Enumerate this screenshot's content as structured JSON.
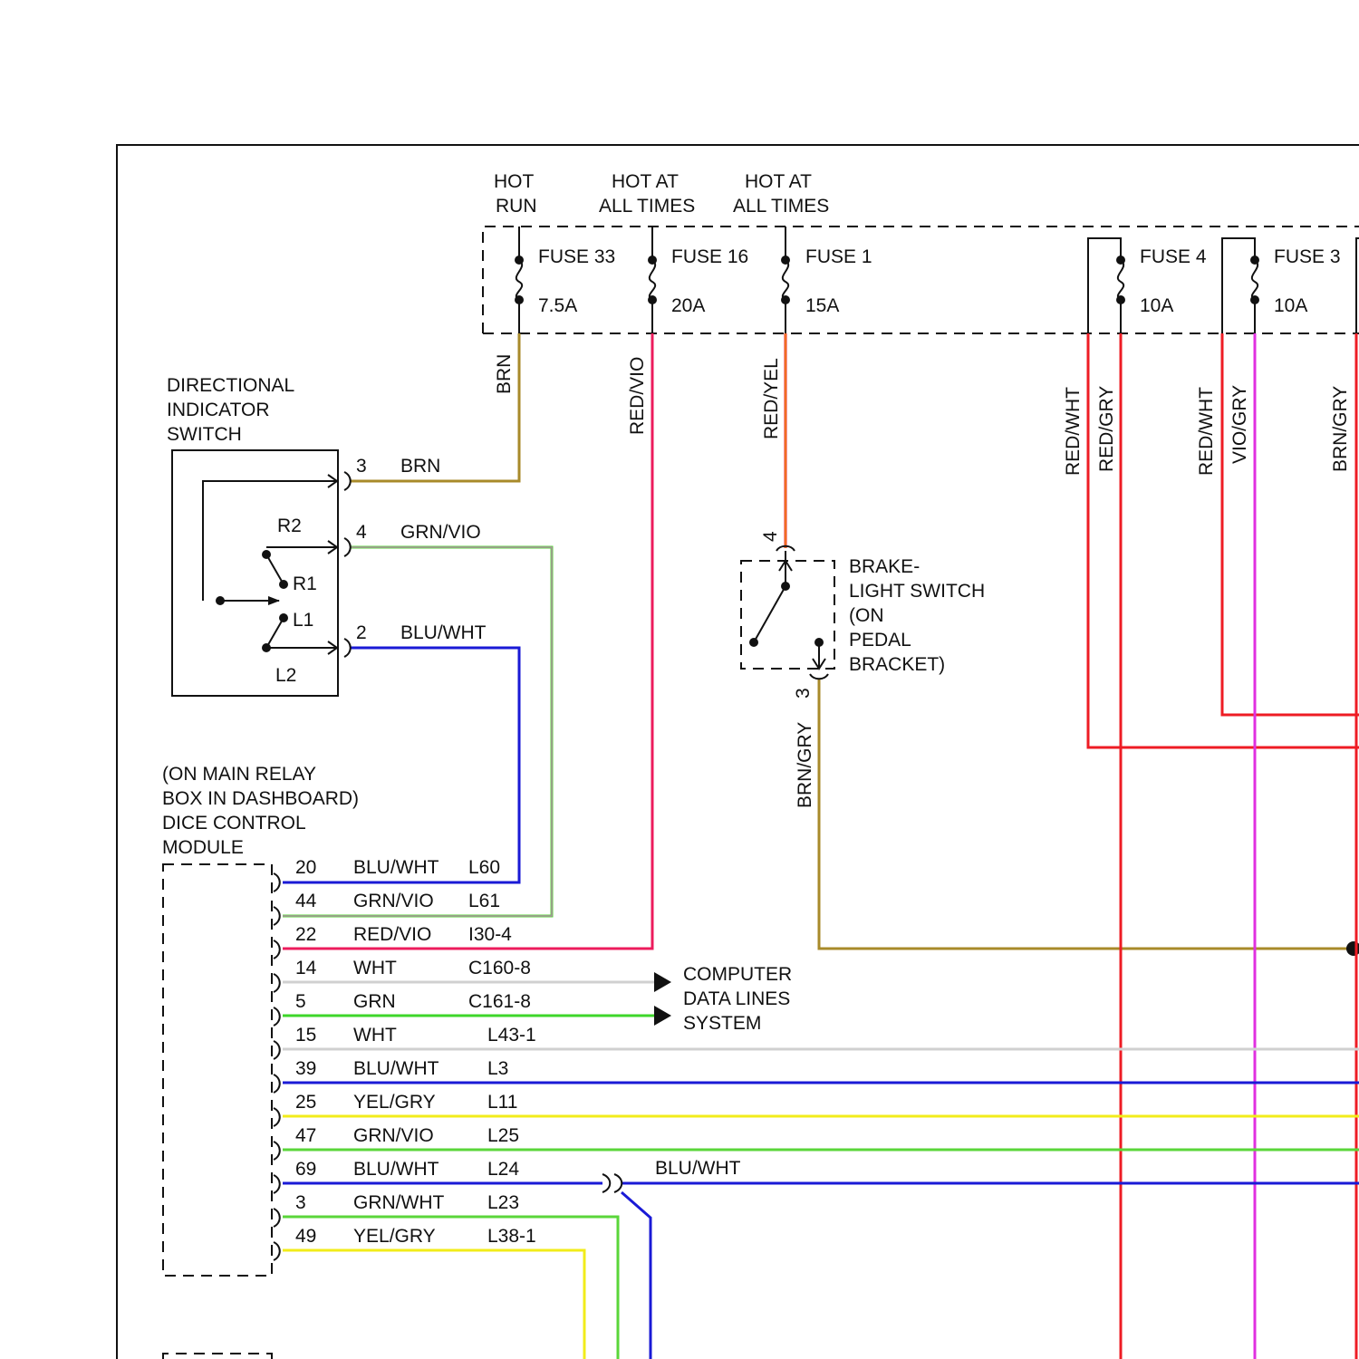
{
  "fuse_panel": {
    "columns": [
      {
        "line1": "HOT",
        "line2": "RUN"
      },
      {
        "line1": "HOT AT",
        "line2": "ALL TIMES"
      },
      {
        "line1": "HOT AT",
        "line2": "ALL TIMES"
      }
    ],
    "fuses": [
      {
        "name": "FUSE 33",
        "rating": "7.5A",
        "wire": "BRN"
      },
      {
        "name": "FUSE 16",
        "rating": "20A",
        "wire": "RED/VIO"
      },
      {
        "name": "FUSE 1",
        "rating": "15A",
        "wire": "RED/YEL"
      },
      {
        "name": "FUSE 4",
        "rating": "10A",
        "wire_a": "RED/WHT",
        "wire_b": "RED/GRY"
      },
      {
        "name": "FUSE 3",
        "rating": "10A",
        "wire_a": "RED/WHT",
        "wire_b": "VIO/GRY"
      }
    ],
    "far_wire": "BRN/GRY"
  },
  "directional_switch": {
    "title": [
      "DIRECTIONAL",
      "INDICATOR",
      "SWITCH"
    ],
    "contacts": [
      "R2",
      "R1",
      "L1",
      "L2"
    ],
    "pins": [
      {
        "pin": "3",
        "wire": "BRN"
      },
      {
        "pin": "4",
        "wire": "GRN/VIO"
      },
      {
        "pin": "2",
        "wire": "BLU/WHT"
      }
    ]
  },
  "brake_switch": {
    "title": [
      "BRAKE-",
      "LIGHT SWITCH",
      "(ON",
      "PEDAL",
      "BRACKET)"
    ],
    "pin_top": "4",
    "pin_bottom": "3",
    "out_wire": "BRN/GRY"
  },
  "dice_module": {
    "title": [
      "(ON MAIN RELAY",
      "BOX IN DASHBOARD)",
      "DICE CONTROL",
      "MODULE"
    ],
    "pins": [
      {
        "pin": "20",
        "wire": "BLU/WHT",
        "circuit": "L60",
        "color": "#1a1ad6"
      },
      {
        "pin": "44",
        "wire": "GRN/VIO",
        "circuit": "L61",
        "color": "#5ad63a"
      },
      {
        "pin": "22",
        "wire": "RED/VIO",
        "circuit": "I30-4",
        "color": "#ec1c5c"
      },
      {
        "pin": "14",
        "wire": "WHT",
        "circuit": "C160-8",
        "color": "#d0d0d0"
      },
      {
        "pin": "5",
        "wire": "GRN",
        "circuit": "C161-8",
        "color": "#3ed62a"
      },
      {
        "pin": "15",
        "wire": "WHT",
        "circuit": "L43-1",
        "color": "#d0d0d0"
      },
      {
        "pin": "39",
        "wire": "BLU/WHT",
        "circuit": "L3",
        "color": "#1a1ad6"
      },
      {
        "pin": "25",
        "wire": "YEL/GRY",
        "circuit": "L11",
        "color": "#f2ec1a"
      },
      {
        "pin": "47",
        "wire": "GRN/VIO",
        "circuit": "L25",
        "color": "#5ad63a"
      },
      {
        "pin": "69",
        "wire": "BLU/WHT",
        "circuit": "L24",
        "color": "#1a1ad6"
      },
      {
        "pin": "3",
        "wire": "GRN/WHT",
        "circuit": "L23",
        "color": "#5ad63a"
      },
      {
        "pin": "49",
        "wire": "YEL/GRY",
        "circuit": "L38-1",
        "color": "#f2ec1a"
      }
    ]
  },
  "data_lines": [
    "COMPUTER",
    "DATA LINES",
    "SYSTEM"
  ],
  "blu_wht_label": "BLU/WHT",
  "colors": {
    "brn": "#a88a2a",
    "red": "#ee1c24",
    "red_vio": "#ec1c5c",
    "red_yel": "#f07a1a",
    "vio": "#e030e0",
    "blue": "#1a1ad6",
    "green": "#5ad63a",
    "yellow": "#f2ec1a",
    "white": "#d0d0d0"
  }
}
